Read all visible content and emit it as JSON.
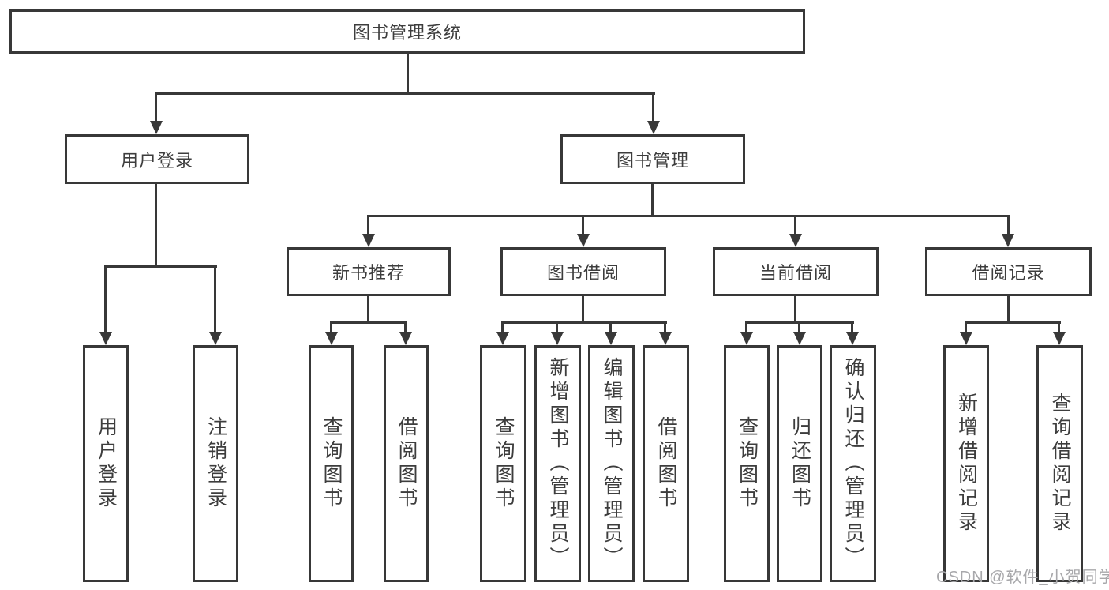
{
  "colors": {
    "line": "#383838",
    "text": "#3d3d3d",
    "background": "#ffffff",
    "watermark": "#a8a8ab"
  },
  "tree": {
    "label": "图书管理系统",
    "children": [
      {
        "label": "用户登录",
        "children": [
          {
            "label": "用户登录"
          },
          {
            "label": "注销登录"
          }
        ]
      },
      {
        "label": "图书管理",
        "children": [
          {
            "label": "新书推荐",
            "children": [
              {
                "label": "查询图书"
              },
              {
                "label": "借阅图书"
              }
            ]
          },
          {
            "label": "图书借阅",
            "children": [
              {
                "label": "查询图书"
              },
              {
                "label": "新增图书（管理员）"
              },
              {
                "label": "编辑图书（管理员）"
              },
              {
                "label": "借阅图书"
              }
            ]
          },
          {
            "label": "当前借阅",
            "children": [
              {
                "label": "查询图书"
              },
              {
                "label": "归还图书"
              },
              {
                "label": "确认归还（管理员）"
              }
            ]
          },
          {
            "label": "借阅记录",
            "children": [
              {
                "label": "新增借阅记录"
              },
              {
                "label": "查询借阅记录"
              }
            ]
          }
        ]
      }
    ]
  },
  "watermark": {
    "text": "CSDN @软件_小贺同学"
  }
}
